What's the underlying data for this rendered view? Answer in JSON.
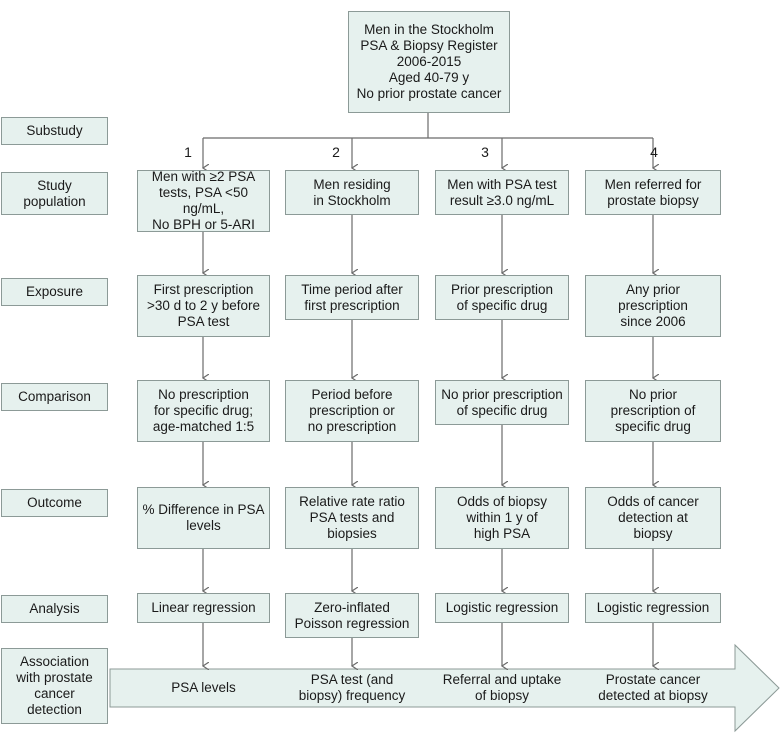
{
  "top_box": "Men in the Stockholm\nPSA & Biopsy Register\n2006-2015\nAged 40-79 y\nNo prior prostate cancer",
  "rows": {
    "substudy": "Substudy",
    "population": "Study\npopulation",
    "exposure": "Exposure",
    "comparison": "Comparison",
    "outcome": "Outcome",
    "analysis": "Analysis",
    "association": "Association\nwith prostate\ncancer\ndetection"
  },
  "substudies": [
    {
      "number": "1",
      "population": "Men with ≥2 PSA\ntests, PSA <50 ng/mL,\nNo BPH or 5-ARI",
      "exposure": "First prescription\n>30 d to 2 y before\nPSA test",
      "comparison": "No prescription\nfor specific drug;\nage-matched 1:5",
      "outcome": "% Difference in PSA\nlevels",
      "analysis": "Linear regression",
      "association": "PSA levels"
    },
    {
      "number": "2",
      "population": "Men residing\nin Stockholm",
      "exposure": "Time period after\nfirst prescription",
      "comparison": "Period before\nprescription or\nno prescription",
      "outcome": "Relative rate ratio\nPSA tests and\nbiopsies",
      "analysis": "Zero-inflated\nPoisson regression",
      "association": "PSA test (and\nbiopsy) frequency"
    },
    {
      "number": "3",
      "population": "Men with PSA test\nresult ≥3.0 ng/mL",
      "exposure": "Prior prescription\nof specific drug",
      "comparison": "No prior prescription\nof specific drug",
      "outcome": "Odds of biopsy\nwithin 1 y of\nhigh PSA",
      "analysis": "Logistic regression",
      "association": "Referral and uptake\nof biopsy"
    },
    {
      "number": "4",
      "population": "Men referred for\nprostate biopsy",
      "exposure": "Any prior\nprescription\nsince 2006",
      "comparison": "No prior\nprescription of\nspecific drug",
      "outcome": "Odds of cancer\ndetection at\nbiopsy",
      "analysis": "Logistic regression",
      "association": "Prostate cancer\ndetected at biopsy"
    }
  ]
}
